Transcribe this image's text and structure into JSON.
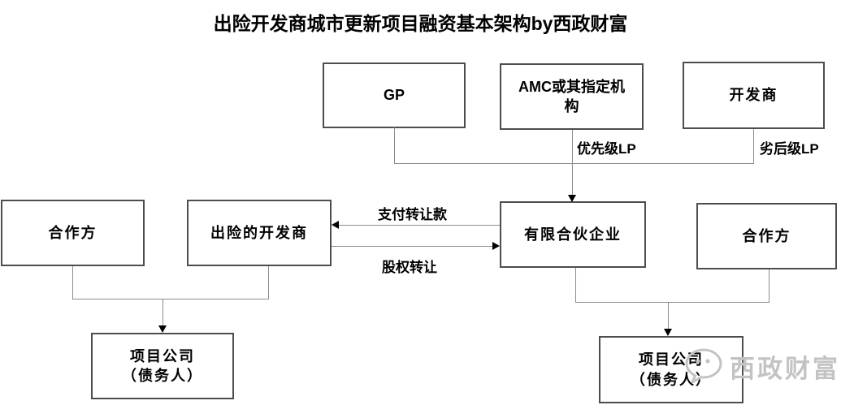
{
  "title": "出险开发商城市更新项目融资基本架构by西政财富",
  "nodes": {
    "gp": {
      "label": "GP"
    },
    "amc": {
      "label": "AMC或其指定机构"
    },
    "developer": {
      "label": "开发商"
    },
    "partner_left": {
      "label": "合作方"
    },
    "risk_developer": {
      "label": "出险的开发商"
    },
    "limited_partnership": {
      "label": "有限合伙企业"
    },
    "partner_right": {
      "label": "合作方"
    },
    "project_company_left": {
      "label": "项目公司\n（债务人）"
    },
    "project_company_right": {
      "label": "项目公司\n（债务人）"
    }
  },
  "edges": {
    "senior_lp": "优先级LP",
    "junior_lp": "劣后级LP",
    "pay_transfer": "支付转让款",
    "equity_transfer": "股权转让"
  },
  "watermark": {
    "icon": "wechat-bubble-icon",
    "text": "西政财富",
    "color": "#c3c3c3"
  },
  "colors": {
    "background": "#ffffff",
    "box_border": "#4d4d4d",
    "connector_line": "#8c8c8c",
    "arrowhead": "#000000",
    "text": "#000000"
  }
}
